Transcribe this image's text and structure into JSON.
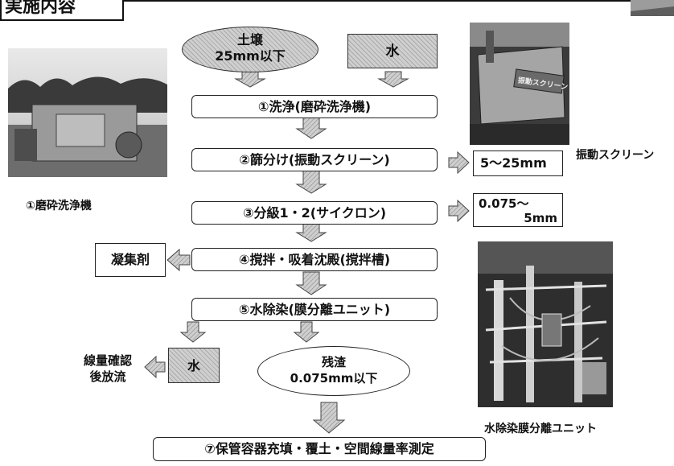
{
  "header": {
    "title": "実施内容"
  },
  "inputs": {
    "soil_line1": "土壌",
    "soil_line2": "25mm以下",
    "water": "水"
  },
  "steps": [
    "①洗浄(磨砕洗浄機)",
    "②篩分け(振動スクリーン)",
    "③分級1・2(サイクロン)",
    "④撹拌・吸着沈殿(撹拌槽)",
    "⑤水除染(膜分離ユニット)",
    "⑦保管容器充填・覆土・空間線量率測定"
  ],
  "outputs": {
    "screen_size": "5～25mm",
    "cyclone_line1": "0.075～",
    "cyclone_line2": "5mm",
    "coagulant": "凝集剤",
    "water_out": "水",
    "discharge_line1": "線量確認",
    "discharge_line2": "後放流",
    "residue_line1": "残渣",
    "residue_line2": "0.075mm以下"
  },
  "photo_labels": {
    "grinder": "①磨砕洗浄機",
    "screen": "振動スクリーン",
    "screen_sign": "振動スクリーン",
    "membrane": "水除染膜分離ユニット"
  }
}
